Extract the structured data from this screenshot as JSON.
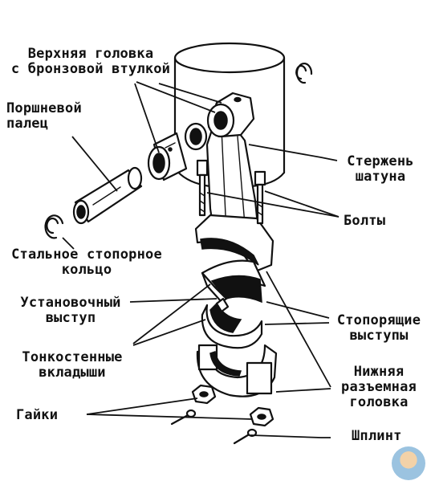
{
  "labels": {
    "upper_head": "Верхняя головка\nс бронзовой втулкой",
    "piston_pin": "Поршневой\nпалец",
    "rod_shank": "Стержень\nшатуна",
    "bolts": "Болты",
    "circlip": "Стальное стопорное\nкольцо",
    "locating_lug": "Установочный\nвыступ",
    "locking_lugs": "Стопорящие\nвыступы",
    "thin_shells": "Тонкостенные\nвкладыши",
    "lower_head": "Нижняя\nразъемная\nголовка",
    "nuts": "Гайки",
    "cotter_pin": "Шплинт"
  }
}
